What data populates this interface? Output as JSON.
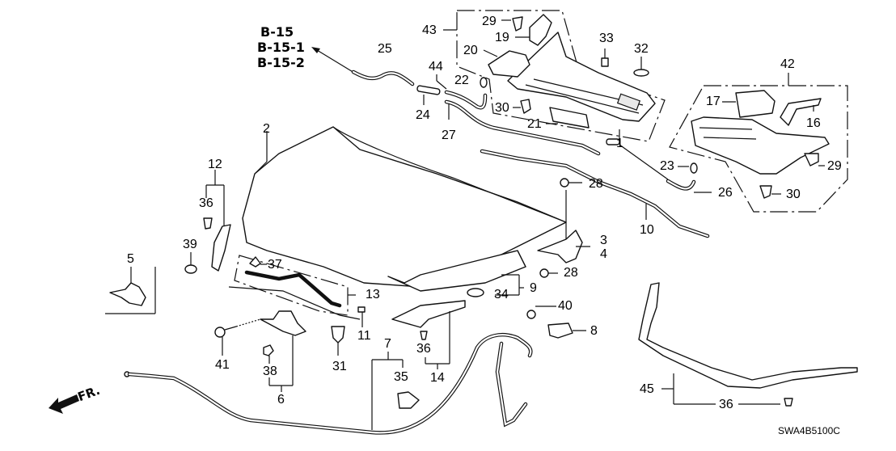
{
  "diagram": {
    "title": "Hood / Cowl Top Parts Diagram",
    "reference_pages": [
      "B-15",
      "B-15-1",
      "B-15-2"
    ],
    "direction_indicator": "FR.",
    "diagram_code": "SWA4B5100C"
  },
  "callouts": [
    {
      "id": "c1",
      "label": "1"
    },
    {
      "id": "c2",
      "label": "2"
    },
    {
      "id": "c3",
      "label": "3"
    },
    {
      "id": "c4",
      "label": "4"
    },
    {
      "id": "c5",
      "label": "5"
    },
    {
      "id": "c6",
      "label": "6"
    },
    {
      "id": "c7",
      "label": "7"
    },
    {
      "id": "c8",
      "label": "8"
    },
    {
      "id": "c9",
      "label": "9"
    },
    {
      "id": "c10",
      "label": "10"
    },
    {
      "id": "c11",
      "label": "11"
    },
    {
      "id": "c12",
      "label": "12"
    },
    {
      "id": "c13",
      "label": "13"
    },
    {
      "id": "c14",
      "label": "14"
    },
    {
      "id": "c16",
      "label": "16"
    },
    {
      "id": "c17",
      "label": "17"
    },
    {
      "id": "c19",
      "label": "19"
    },
    {
      "id": "c20",
      "label": "20"
    },
    {
      "id": "c21",
      "label": "21"
    },
    {
      "id": "c22",
      "label": "22"
    },
    {
      "id": "c23",
      "label": "23"
    },
    {
      "id": "c24",
      "label": "24"
    },
    {
      "id": "c25",
      "label": "25"
    },
    {
      "id": "c26",
      "label": "26"
    },
    {
      "id": "c27",
      "label": "27"
    },
    {
      "id": "c28a",
      "label": "28"
    },
    {
      "id": "c28b",
      "label": "28"
    },
    {
      "id": "c29a",
      "label": "29"
    },
    {
      "id": "c29b",
      "label": "29"
    },
    {
      "id": "c30a",
      "label": "30"
    },
    {
      "id": "c30b",
      "label": "30"
    },
    {
      "id": "c31",
      "label": "31"
    },
    {
      "id": "c32",
      "label": "32"
    },
    {
      "id": "c33",
      "label": "33"
    },
    {
      "id": "c34",
      "label": "34"
    },
    {
      "id": "c35",
      "label": "35"
    },
    {
      "id": "c36a",
      "label": "36"
    },
    {
      "id": "c36b",
      "label": "36"
    },
    {
      "id": "c36c",
      "label": "36"
    },
    {
      "id": "c37",
      "label": "37"
    },
    {
      "id": "c38",
      "label": "38"
    },
    {
      "id": "c39",
      "label": "39"
    },
    {
      "id": "c40",
      "label": "40"
    },
    {
      "id": "c41",
      "label": "41"
    },
    {
      "id": "c42",
      "label": "42"
    },
    {
      "id": "c43",
      "label": "43"
    },
    {
      "id": "c44",
      "label": "44"
    },
    {
      "id": "c45",
      "label": "45"
    }
  ]
}
